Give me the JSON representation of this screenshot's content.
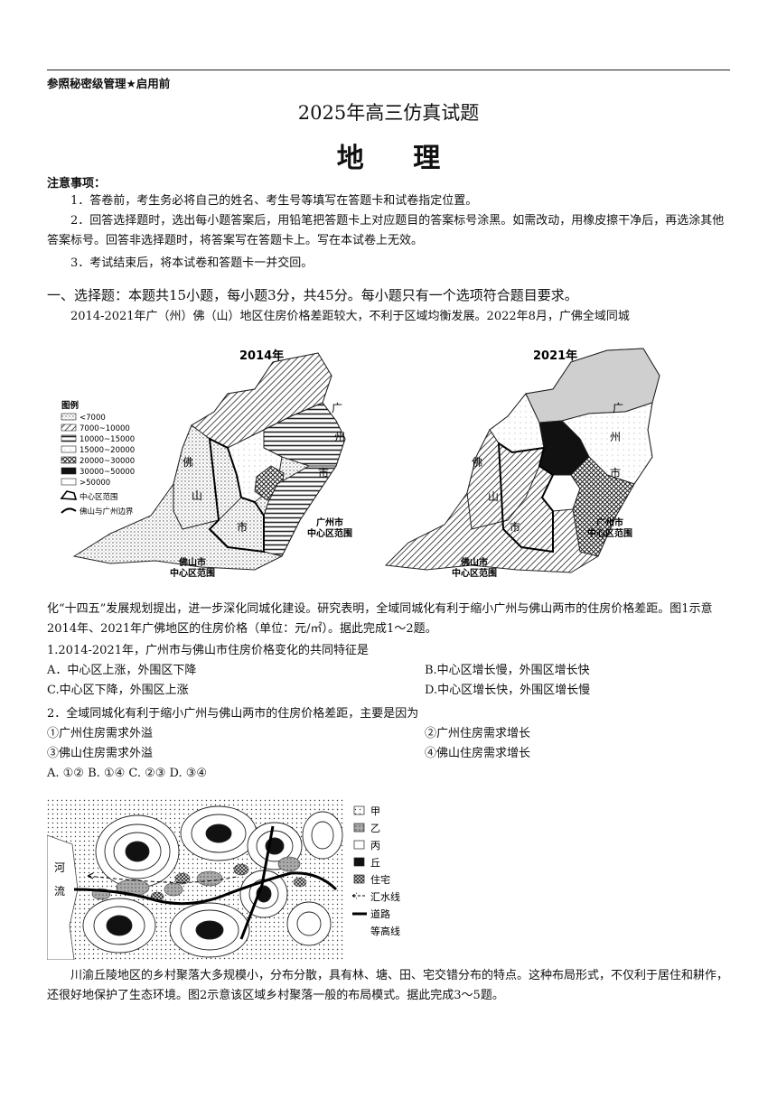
{
  "header": {
    "confidential": "参照秘密级管理★启用前",
    "exam_title": "2025年高三仿真试题",
    "subject": "地 理"
  },
  "notes": {
    "heading": "注意事项：",
    "items": [
      "1．答卷前，考生务必将自己的姓名、考生号等填写在答题卡和试卷指定位置。",
      "2．回答选择题时，选出每小题答案后，用铅笔把答题卡上对应题目的答案标号涂黑。如需改动，用橡皮擦干净后，再选涂其他答案标号。回答非选择题时，将答案写在答题卡上。写在本试卷上无效。",
      "3．考试结束后，将本试卷和答题卡一并交回。"
    ]
  },
  "section1": {
    "heading": "一、选择题：本题共15小题，每小题3分，共45分。每小题只有一个选项符合题目要求。",
    "intro1_line1": "2014-2021年广（州）佛（山）地区住房价格差距较大，不利于区域均衡发展。2022年8月，广佛全域同城",
    "intro1_cont": "化“十四五”发展规划提出，进一步深化同城化建设。研究表明，全域同城化有利于缩小广州与佛山两市的住房价格差距。图1示意2014年、2021年广佛地区的住房价格（单位：元/㎡）。据此完成1～2题。"
  },
  "figure1": {
    "map_left_title": "2014年",
    "map_right_title": "2021年",
    "legend_title": "图例",
    "legend_items": [
      "<7000",
      "7000~10000",
      "10000~15000",
      "15000~20000",
      "20000~30000",
      "30000~50000",
      ">50000"
    ],
    "legend_center": "中心区范围",
    "legend_border": "佛山与广州边界",
    "label_guang": "广",
    "label_zhou": "州",
    "label_shi": "市",
    "label_fo": "佛",
    "label_shan": "山",
    "gz_center": "广州市\n中心区范围",
    "fs_center": "佛山市\n中心区范围"
  },
  "q1": {
    "stem": "1.2014-2021年，广州市与佛山市住房价格变化的共同特征是",
    "A": "A．中心区上涨，外围区下降",
    "B": "B.中心区增长慢，外围区增长快",
    "C": "C.中心区下降，外围区上涨",
    "D": "D.中心区增长快，外围区增长慢"
  },
  "q2": {
    "stem": "2．全域同城化有利于缩小广州与佛山两市的住房价格差距，主要是因为",
    "o1": "①广州住房需求外溢",
    "o2": "②广州住房需求增长",
    "o3": "③佛山住房需求外溢",
    "o4": "④佛山住房需求增长",
    "choices": "A. ①② B. ①④ C. ②③ D. ③④"
  },
  "figure2": {
    "river_label": "河\n流",
    "legend": [
      "甲",
      "乙",
      "丙",
      "丘",
      "住宅",
      "汇水线",
      "道路",
      "等高线"
    ]
  },
  "intro2": "川渝丘陵地区的乡村聚落大多规模小，分布分散，具有林、塘、田、宅交错分布的特点。这种布局形式，不仅利于居住和耕作，还很好地保护了生态环境。图2示意该区域乡村聚落一般的布局模式。据此完成3～5题。"
}
